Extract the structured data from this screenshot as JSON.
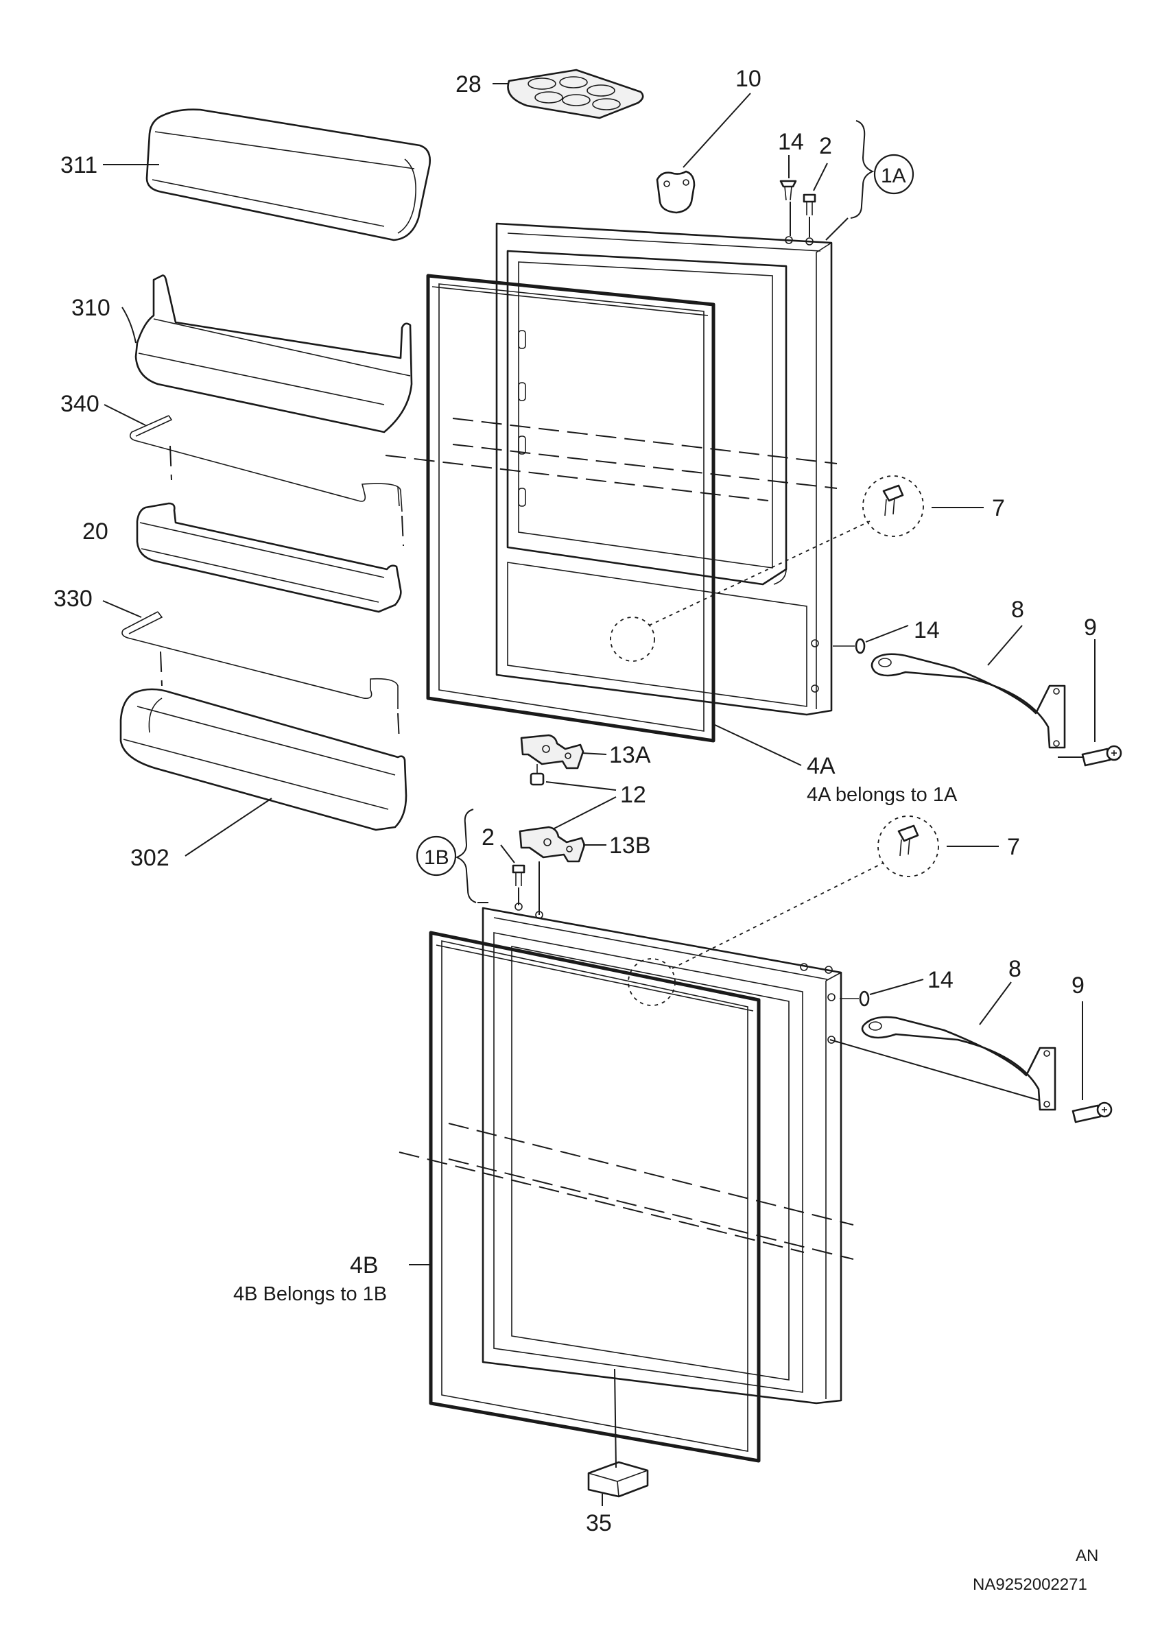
{
  "labels": {
    "p28": "28",
    "p10": "10",
    "p14_top": "14",
    "p2_top": "2",
    "group_1a": "1A",
    "p311": "311",
    "p310": "310",
    "p340": "340",
    "p20": "20",
    "p330": "330",
    "p302": "302",
    "p7_top": "7",
    "p14_mid": "14",
    "p8_top": "8",
    "p9_top": "9",
    "p13a": "13A",
    "p12": "12",
    "p13b": "13B",
    "p4a": "4A",
    "note_4a": "4A belongs to 1A",
    "group_1b": "1B",
    "p2_bottom": "2",
    "p7_bottom": "7",
    "p14_bottom": "14",
    "p8_bottom": "8",
    "p9_bottom": "9",
    "p4b": "4B",
    "note_4b": "4B  Belongs to 1B",
    "p35": "35"
  },
  "footer": {
    "code": "AN",
    "drawing_number": "NA9252002271"
  }
}
